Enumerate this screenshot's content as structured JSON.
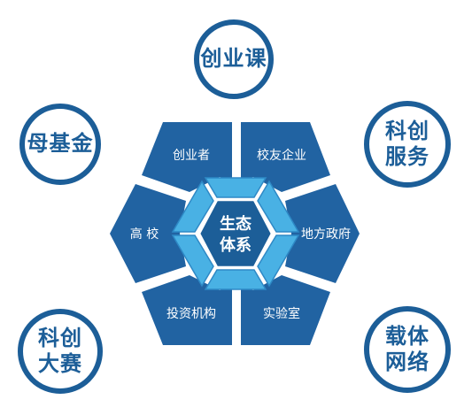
{
  "center": {
    "line1": "生态",
    "line2": "体系"
  },
  "segments": {
    "top_left": "创业者",
    "top_right": "校友企业",
    "right": "地方政府",
    "bottom_right": "实验室",
    "bottom_left": "投资机构",
    "left": "高 校"
  },
  "outer_nodes": {
    "top": "创业课",
    "upper_left": "母基金",
    "upper_right": "科创\n服务",
    "lower_left": "科创\n大赛",
    "lower_right": "载体\n网络"
  },
  "colors": {
    "primary_blue": "#1c5e98",
    "segment_blue": "#2163a2",
    "inner_light": "#49b1e4",
    "inner_stroke": "#2e89c6",
    "center_blue": "#1c5e98",
    "background": "#ffffff"
  }
}
